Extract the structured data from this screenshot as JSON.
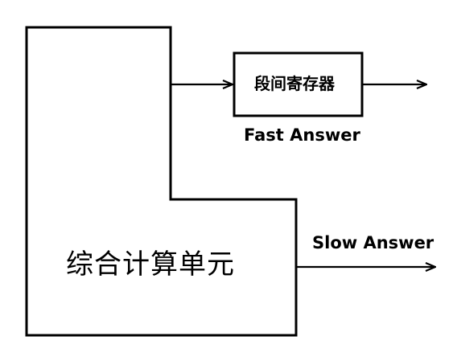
{
  "diagram": {
    "unit_label": "综合计算单元",
    "register_label": "段间寄存器",
    "fast_answer_label": "Fast Answer",
    "slow_answer_label": "Slow Answer"
  }
}
